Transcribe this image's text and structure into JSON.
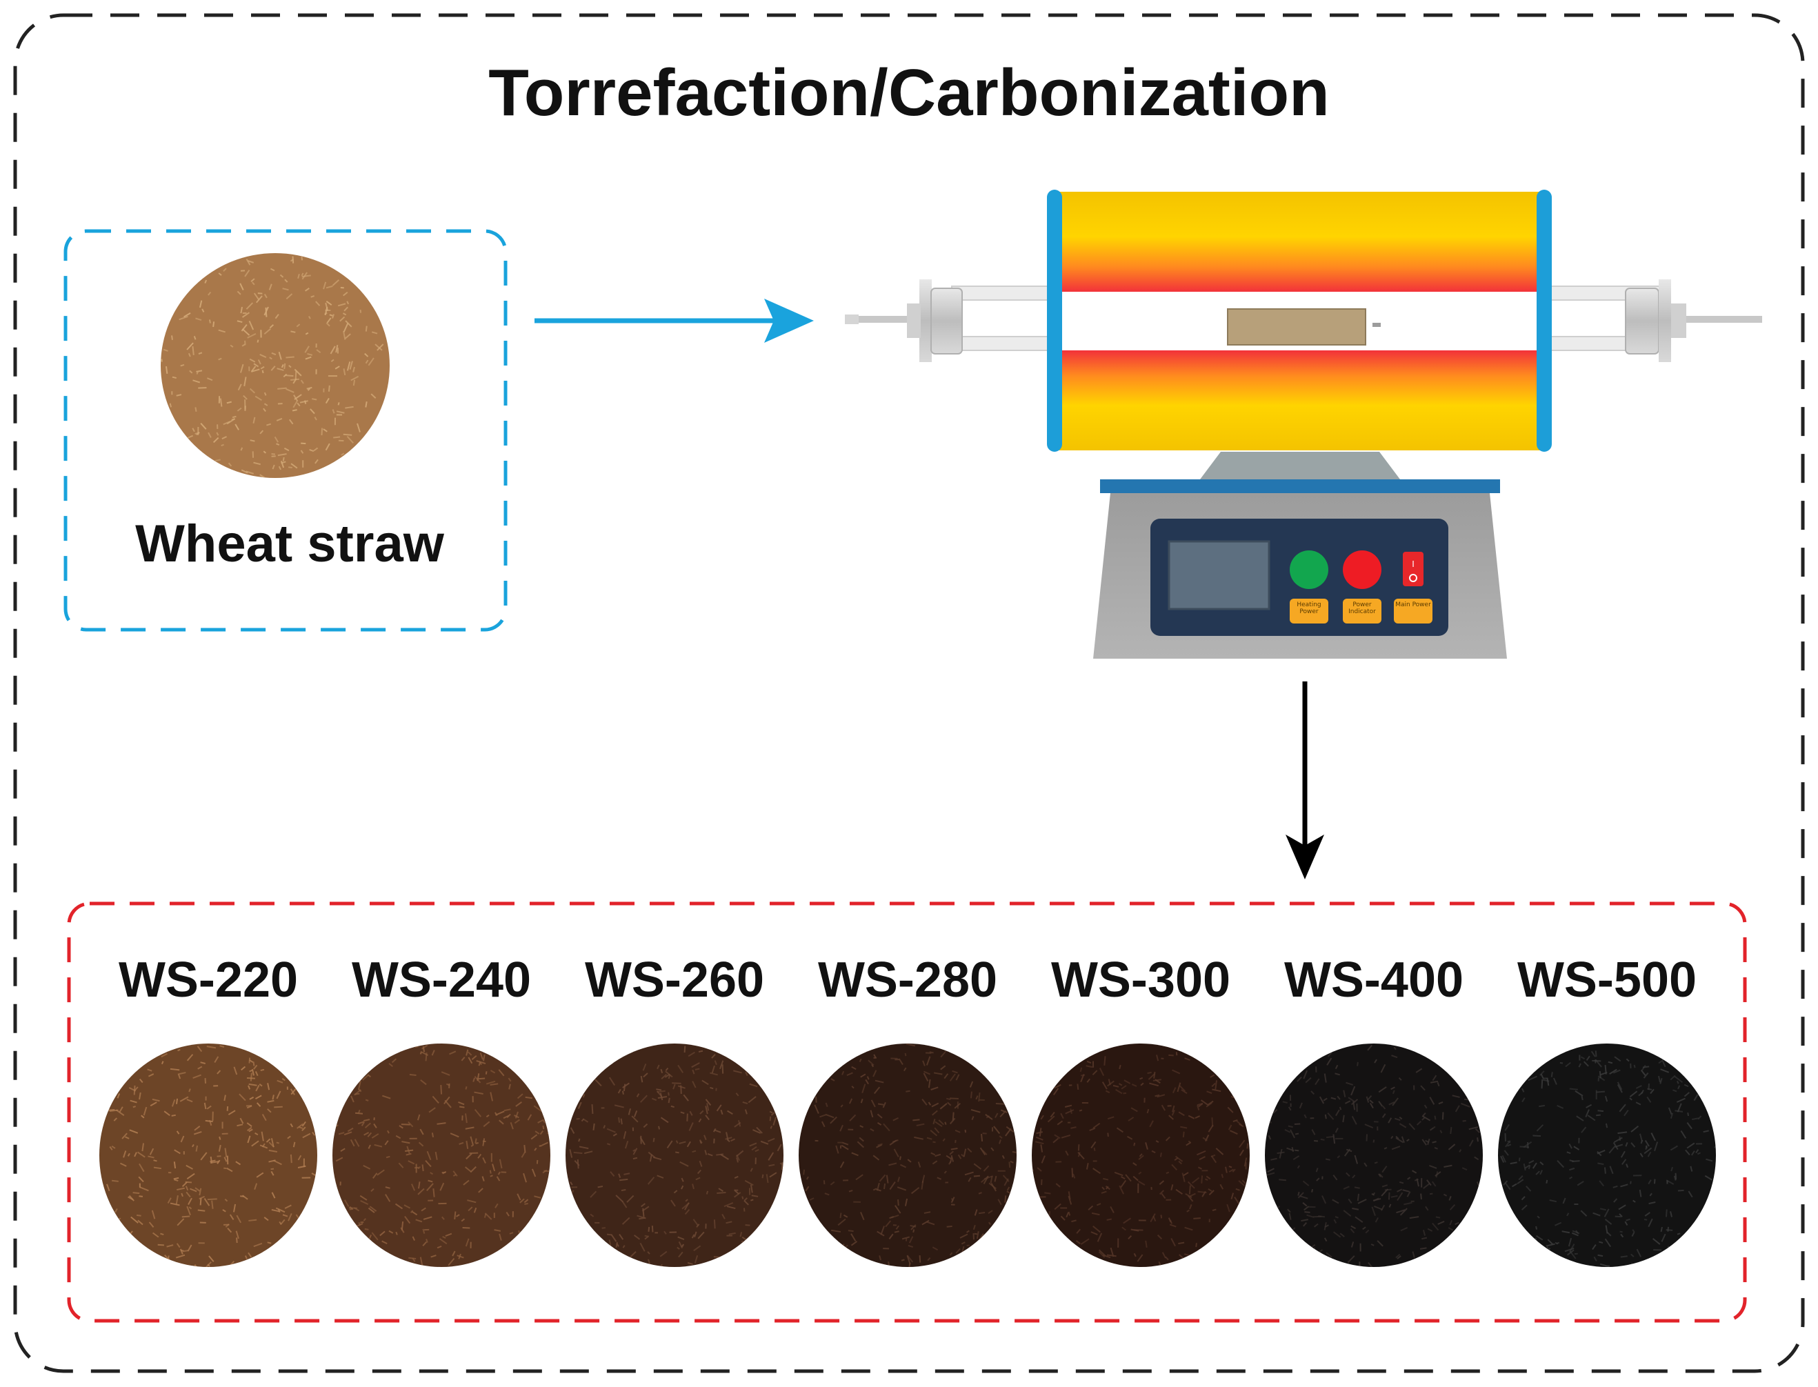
{
  "title": "Torrefaction/Carbonization",
  "raw_material": {
    "label": "Wheat straw",
    "color": "#a9784a"
  },
  "furnace": {
    "button_labels": [
      "Heating Power",
      "Power Indicator",
      "Main Power"
    ],
    "button_colors": [
      "#12a64e",
      "#ee1c24",
      "#e8272a"
    ]
  },
  "samples": [
    {
      "label": "WS-220",
      "color": "#6d4527",
      "fleck": "#b07d52"
    },
    {
      "label": "WS-240",
      "color": "#55331f",
      "fleck": "#8d5f3e"
    },
    {
      "label": "WS-260",
      "color": "#3f2518",
      "fleck": "#6e4a35"
    },
    {
      "label": "WS-280",
      "color": "#2d1a12",
      "fleck": "#5b3c2c"
    },
    {
      "label": "WS-300",
      "color": "#2a1710",
      "fleck": "#553628"
    },
    {
      "label": "WS-400",
      "color": "#141212",
      "fleck": "#3b3330"
    },
    {
      "label": "WS-500",
      "color": "#131313",
      "fleck": "#3a3a3a"
    }
  ],
  "colors": {
    "outer_border": "#222222",
    "raw_box_border": "#19a3dc",
    "samples_box_border": "#e2232a",
    "arrow_blue": "#1aa3dd",
    "arrow_black": "#000000"
  }
}
